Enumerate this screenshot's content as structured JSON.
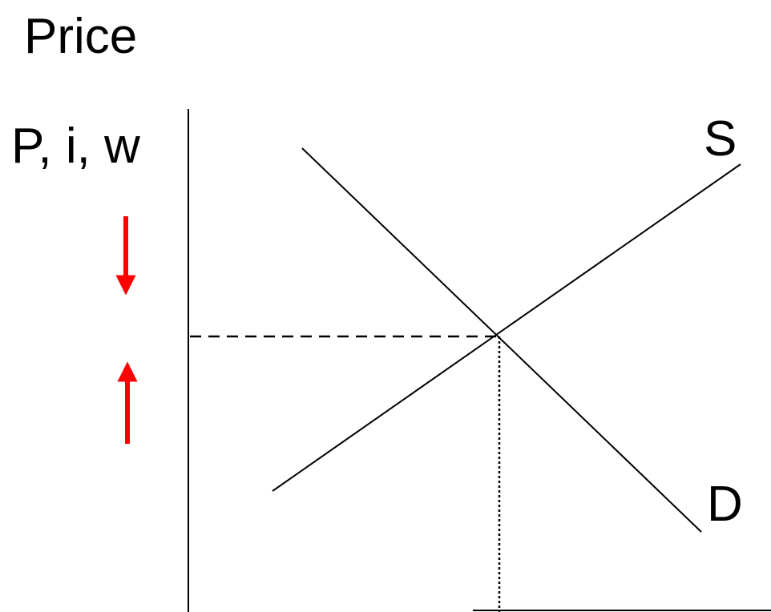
{
  "title": "Price",
  "axis_label": "P, i, w",
  "curves": {
    "supply": {
      "label": "S",
      "color": "#000000"
    },
    "demand": {
      "label": "D",
      "color": "#000000"
    }
  },
  "arrows": {
    "upper": {
      "direction": "down",
      "color": "#ff0000"
    },
    "lower": {
      "direction": "up",
      "color": "#ff0000"
    }
  },
  "guides": {
    "horizontal_style": "dashed",
    "vertical_style": "dotted"
  }
}
